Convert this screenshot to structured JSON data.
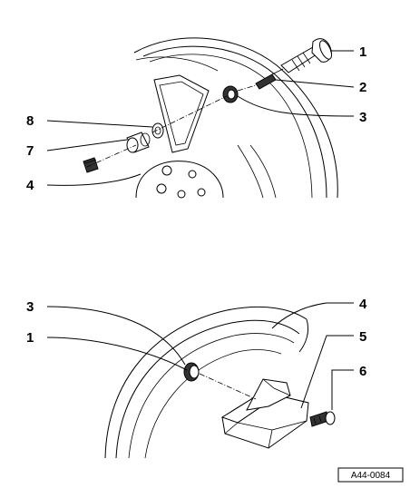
{
  "figure_id": "A44-0084",
  "top_view": {
    "callouts": [
      "1",
      "2",
      "3",
      "8",
      "7",
      "4"
    ]
  },
  "bottom_view": {
    "callouts": [
      "3",
      "1",
      "4",
      "5",
      "6"
    ]
  }
}
